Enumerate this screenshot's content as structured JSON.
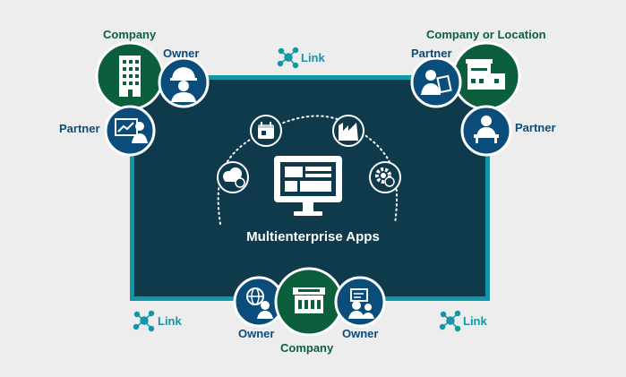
{
  "center": {
    "title": "Multienterprise Apps",
    "icon": "desktop-monitor-icon",
    "app_icons": [
      "cloud-sync-icon",
      "calendar-icon",
      "factory-icon",
      "gear-sync-icon"
    ]
  },
  "clusters": {
    "top_left": {
      "company_label": "Company",
      "owner_label": "Owner",
      "partner_label": "Partner",
      "icons": [
        "office-building-icon",
        "hard-hat-worker-icon",
        "presenter-chart-icon"
      ]
    },
    "top_right": {
      "company_label": "Company or Location",
      "partner_top_label": "Partner",
      "partner_right_label": "Partner",
      "icons": [
        "warehouse-icon",
        "clipboard-person-icon",
        "desk-person-icon"
      ]
    },
    "bottom": {
      "owner_left_label": "Owner",
      "company_label": "Company",
      "owner_right_label": "Owner",
      "icons": [
        "globe-person-icon",
        "storefront-icon",
        "presenter-person-icon"
      ]
    }
  },
  "links": {
    "top": "Link",
    "bottom_left": "Link",
    "bottom_right": "Link",
    "icon": "network-link-icon"
  },
  "colors": {
    "background": "#ededed",
    "board": "#0e3a4c",
    "board_border": "#1496a6",
    "company_green": "#0c5f3d",
    "node_blue": "#0b4d7a",
    "link_teal": "#1496a6",
    "white": "#ffffff"
  }
}
